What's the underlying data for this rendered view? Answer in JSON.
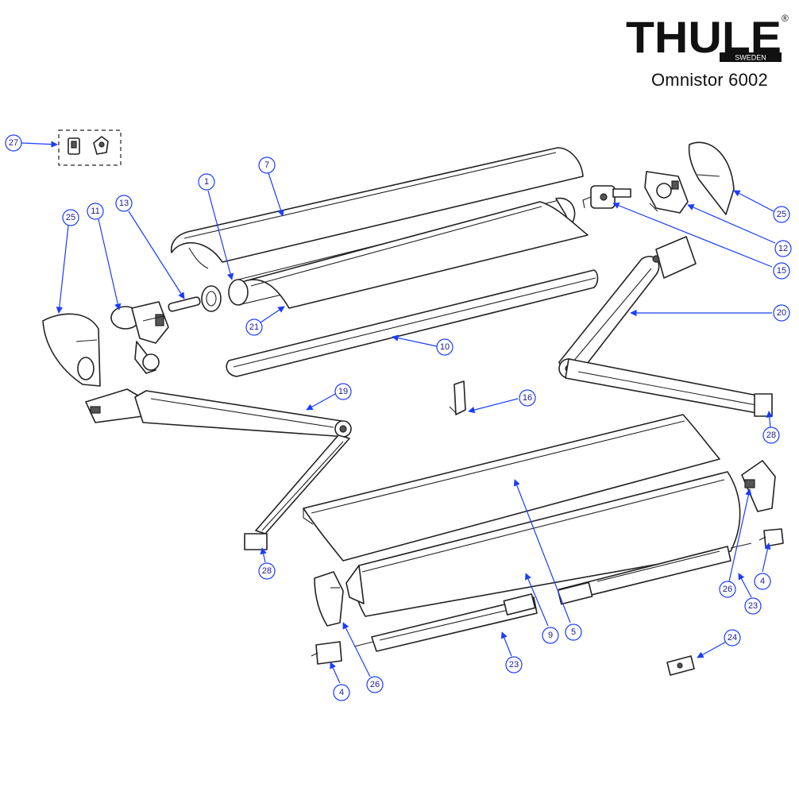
{
  "brand": {
    "logo_text": "THULE",
    "logo_subtext": "SWEDEN",
    "registered_mark": "®",
    "model_name": "Omnistor 6002",
    "accent_color": "#1a3cff",
    "line_color": "#222222"
  },
  "callouts": [
    {
      "id": "c27",
      "label": "27"
    },
    {
      "id": "c7",
      "label": "7"
    },
    {
      "id": "c1",
      "label": "1"
    },
    {
      "id": "c13",
      "label": "13"
    },
    {
      "id": "c11",
      "label": "11"
    },
    {
      "id": "c25a",
      "label": "25"
    },
    {
      "id": "c21",
      "label": "21"
    },
    {
      "id": "c10",
      "label": "10"
    },
    {
      "id": "c25b",
      "label": "25"
    },
    {
      "id": "c12",
      "label": "12"
    },
    {
      "id": "c15",
      "label": "15"
    },
    {
      "id": "c20",
      "label": "20"
    },
    {
      "id": "c28a",
      "label": "28"
    },
    {
      "id": "c16",
      "label": "16"
    },
    {
      "id": "c19",
      "label": "19"
    },
    {
      "id": "c28b",
      "label": "28"
    },
    {
      "id": "c5",
      "label": "5"
    },
    {
      "id": "c9",
      "label": "9"
    },
    {
      "id": "c26a",
      "label": "26"
    },
    {
      "id": "c26b",
      "label": "26"
    },
    {
      "id": "c4a",
      "label": "4"
    },
    {
      "id": "c23a",
      "label": "23"
    },
    {
      "id": "c4b",
      "label": "4"
    },
    {
      "id": "c23b",
      "label": "23"
    },
    {
      "id": "c24",
      "label": "24"
    }
  ]
}
